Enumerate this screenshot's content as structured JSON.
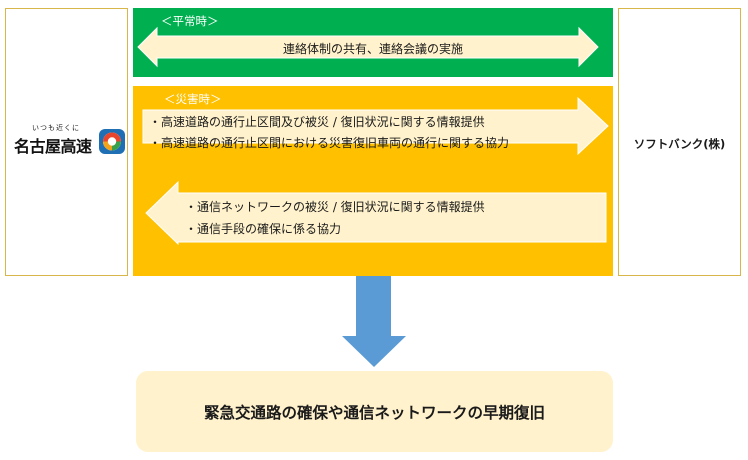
{
  "left_org": {
    "logo_ruby": "いつも近くに",
    "logo_text": "名古屋高速"
  },
  "right_org": {
    "name": "ソフトバンク(株)"
  },
  "normal": {
    "label": "＜平常時＞",
    "arrow_text": "連絡体制の共有、連絡会議の実施"
  },
  "disaster": {
    "label": "＜災害時＞",
    "to_partner": [
      "・高速道路の通行止区間及び被災 / 復旧状況に関する情報提供",
      "・高速道路の通行止区間における災害復旧車両の通行に関する協力"
    ],
    "to_org": [
      "・通信ネットワークの被災 / 復旧状況に関する情報提供",
      "・通信手段の確保に係る協力"
    ]
  },
  "result": {
    "text": "緊急交通路の確保や通信ネットワークの早期復旧"
  },
  "colors": {
    "normal_panel": "#00b050",
    "disaster_panel": "#ffc000",
    "arrow_fill": "#fff2cc",
    "down_arrow": "#5b9bd5",
    "result_box": "#fff2cc"
  }
}
